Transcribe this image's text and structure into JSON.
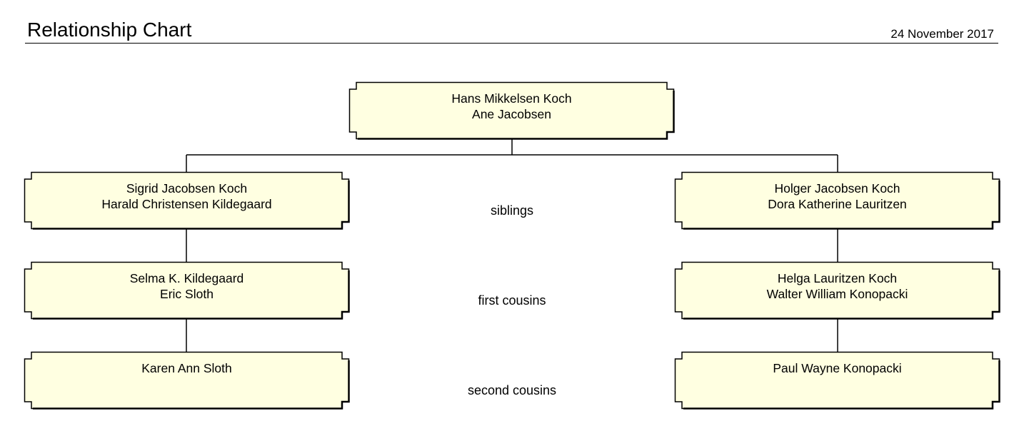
{
  "header": {
    "title": "Relationship Chart",
    "date": "24 November 2017"
  },
  "chart": {
    "root": {
      "line1": "Hans Mikkelsen Koch",
      "line2": "Ane Jacobsen"
    },
    "left": [
      {
        "line1": "Sigrid Jacobsen Koch",
        "line2": "Harald Christensen Kildegaard"
      },
      {
        "line1": "Selma K. Kildegaard",
        "line2": "Eric Sloth"
      },
      {
        "line1": "Karen Ann Sloth",
        "line2": ""
      }
    ],
    "right": [
      {
        "line1": "Holger Jacobsen Koch",
        "line2": "Dora Katherine Lauritzen"
      },
      {
        "line1": "Helga Lauritzen Koch",
        "line2": "Walter William Konopacki"
      },
      {
        "line1": "Paul Wayne Konopacki",
        "line2": ""
      }
    ],
    "relationships": [
      "siblings",
      "first cousins",
      "second cousins"
    ]
  },
  "colors": {
    "box_fill": "#ffffe1",
    "line": "#000000"
  }
}
